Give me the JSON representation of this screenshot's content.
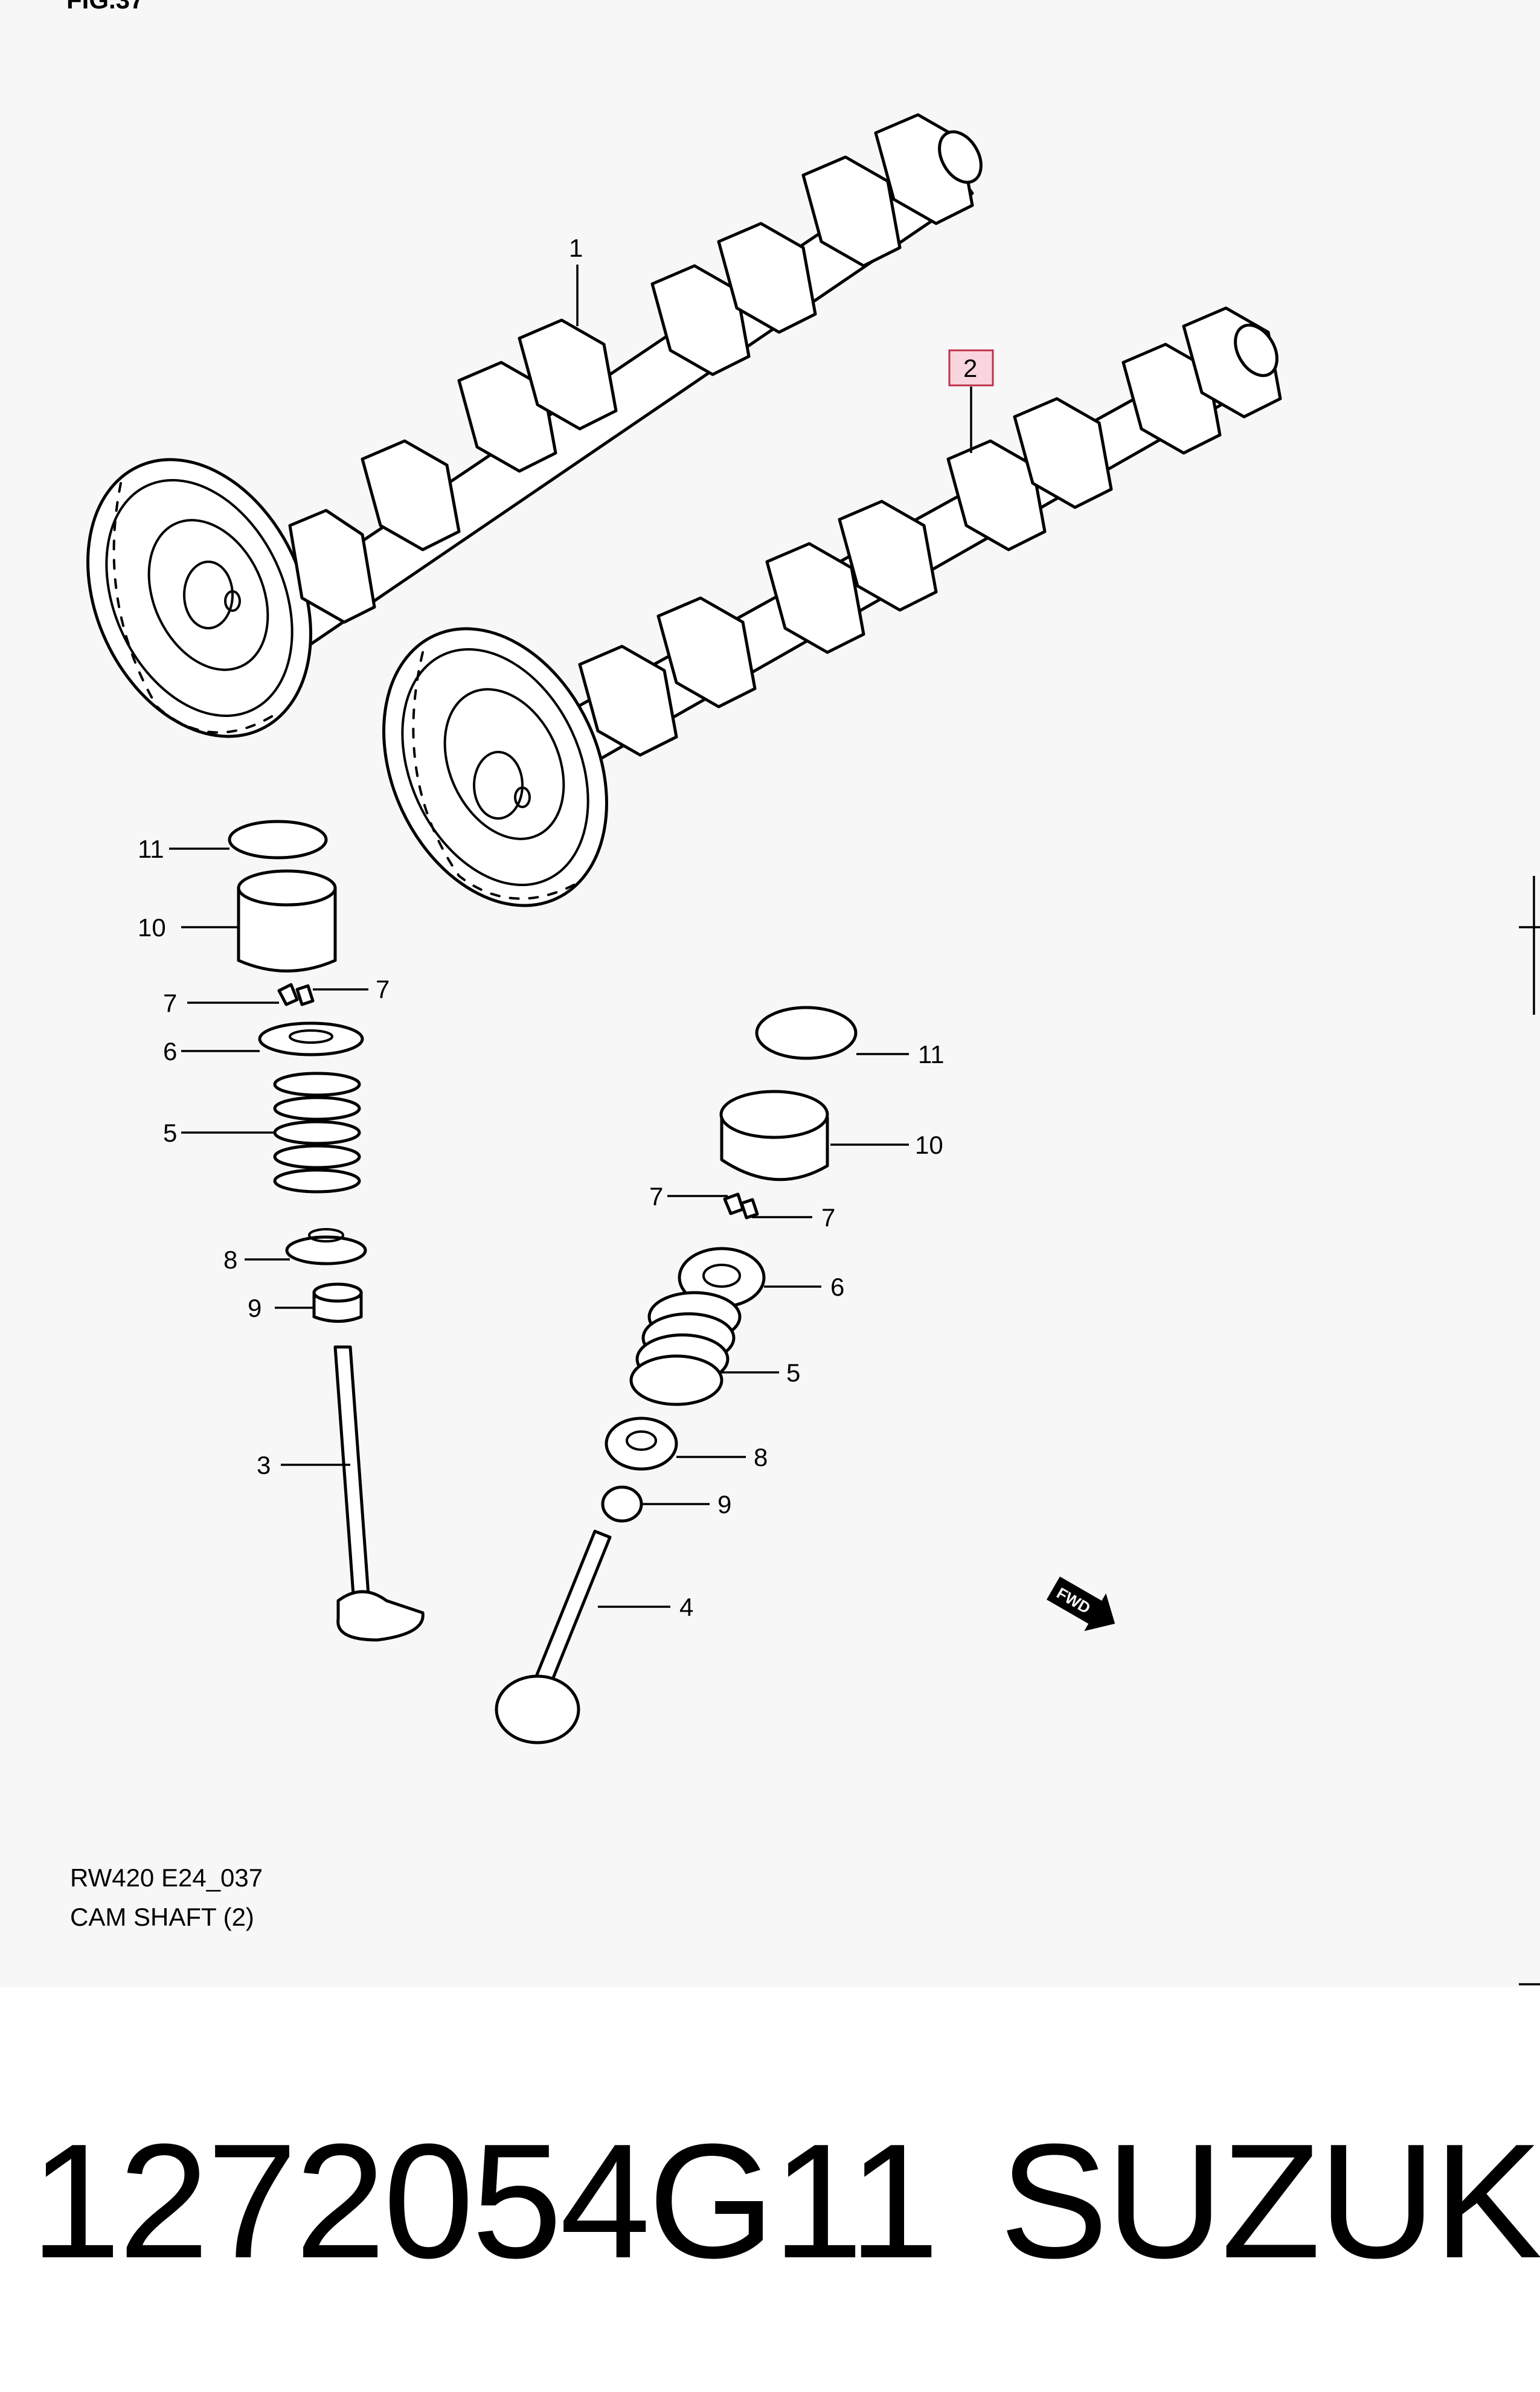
{
  "figure": {
    "header": "FIG.37",
    "caption_code": "RW420 E24_037",
    "caption_title": "CAM SHAFT (2)"
  },
  "callouts": {
    "c1": "1",
    "c2": "2",
    "c3": "3",
    "c4": "4",
    "c5a": "5",
    "c5b": "5",
    "c6a": "6",
    "c6b": "6",
    "c7a": "7",
    "c7b": "7",
    "c7c": "7",
    "c7d": "7",
    "c8a": "8",
    "c8b": "8",
    "c9a": "9",
    "c9b": "9",
    "c10a": "10",
    "c10b": "10",
    "c11a": "11",
    "c11b": "11"
  },
  "fwd_label": "FWD",
  "highlight_color": "#f9d6de",
  "product": {
    "part_number": "1272054G11",
    "brand": "SUZUKI"
  }
}
